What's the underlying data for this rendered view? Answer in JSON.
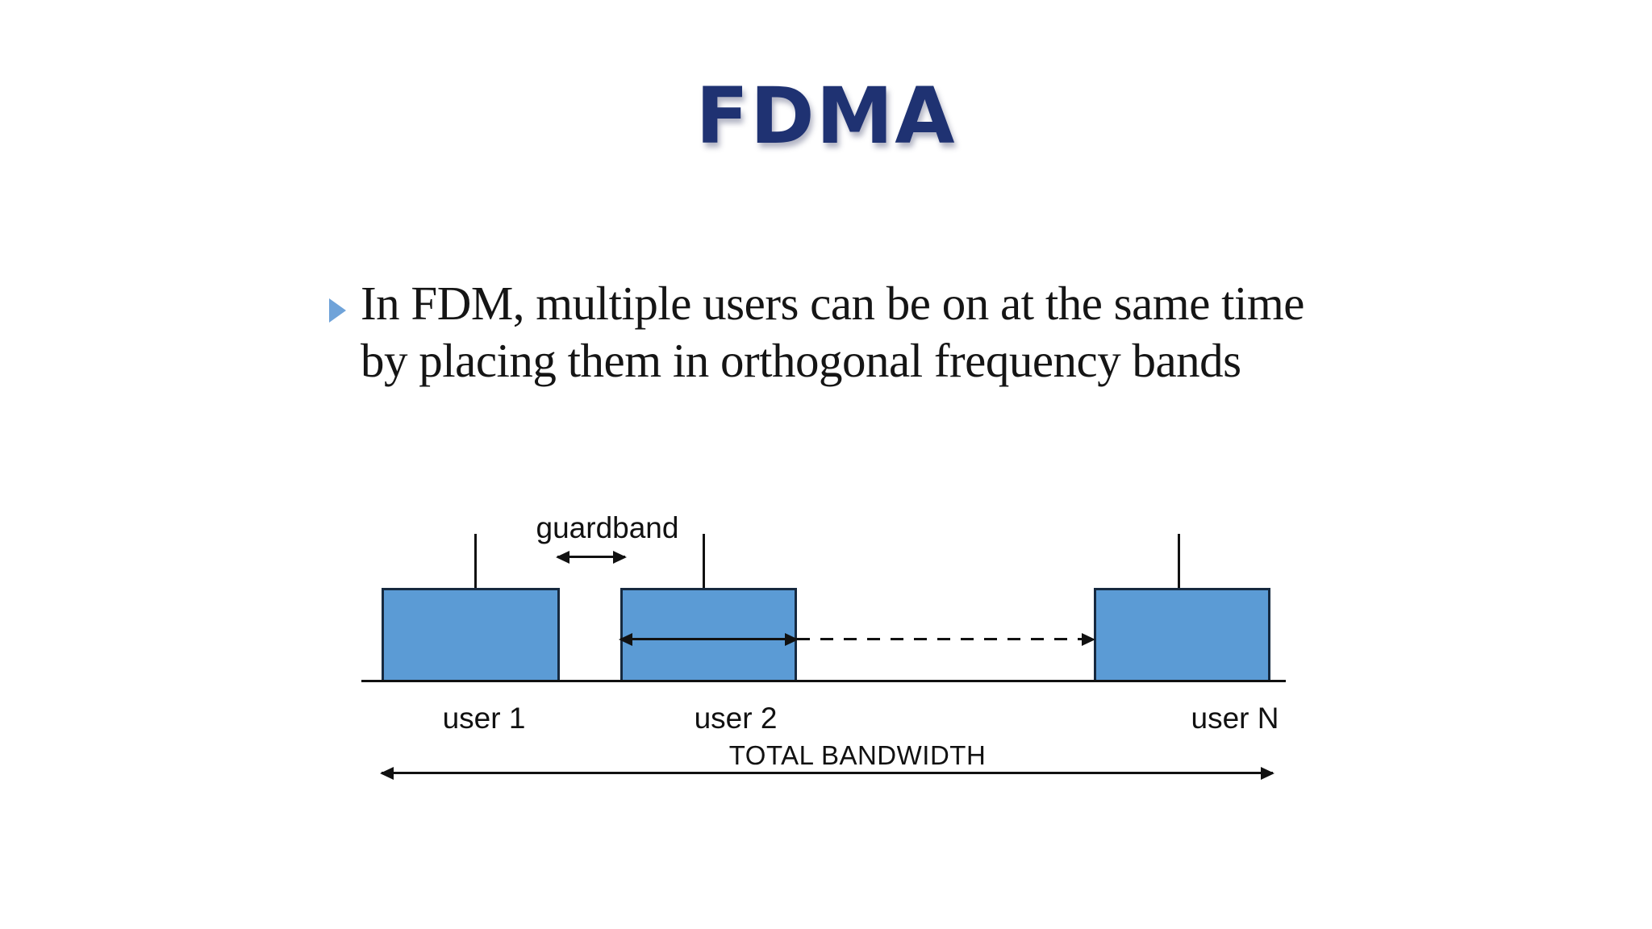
{
  "title": "FDMA",
  "bullet_lines": [
    "In FDM, multiple users can be on at the same time",
    "by placing them in orthogonal frequency bands"
  ],
  "diagram": {
    "guardband_label": "guardband",
    "user_labels": [
      "user 1",
      "user 2",
      "user N"
    ],
    "total_bandwidth_label": "TOTAL BANDWIDTH"
  },
  "colors": {
    "title_text": "#1f3272",
    "band_fill": "#5b9bd5",
    "band_border": "#16293f",
    "bullet_marker": "#6fa3d9",
    "diagram_lines": "#111111",
    "background": "#ffffff"
  }
}
